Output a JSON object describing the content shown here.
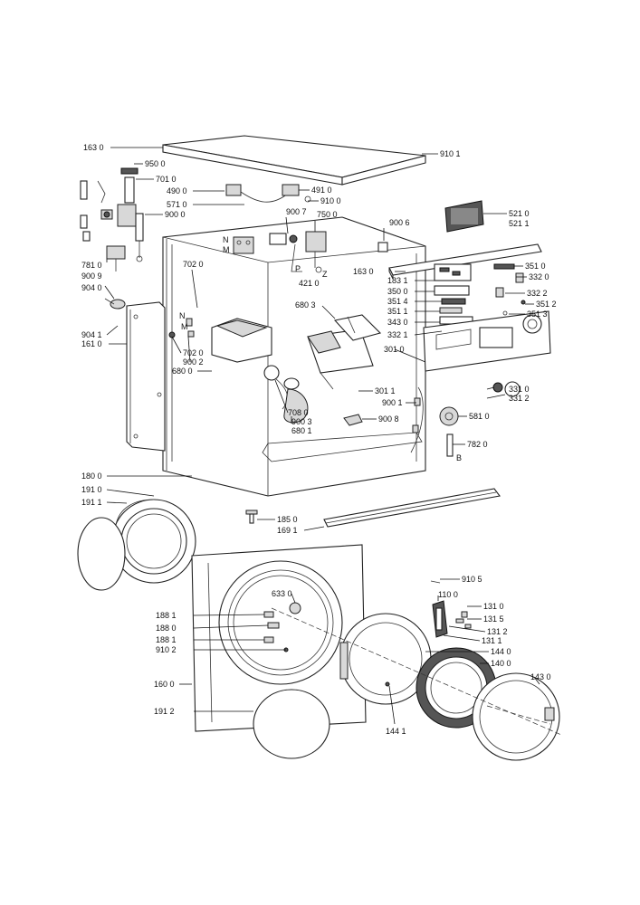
{
  "labels": [
    {
      "id": "163-0-top",
      "text": "163 0"
    },
    {
      "id": "910-1",
      "text": "910 1"
    },
    {
      "id": "950-0",
      "text": "950 0"
    },
    {
      "id": "701-0",
      "text": "701 0"
    },
    {
      "id": "490-0",
      "text": "490 0"
    },
    {
      "id": "491-0",
      "text": "491 0"
    },
    {
      "id": "571-0",
      "text": "571 0"
    },
    {
      "id": "910-0",
      "text": "910 0"
    },
    {
      "id": "900-0",
      "text": "900 0"
    },
    {
      "id": "900-7",
      "text": "900 7"
    },
    {
      "id": "750-0",
      "text": "750 0"
    },
    {
      "id": "900-6",
      "text": "900 6"
    },
    {
      "id": "521-0",
      "text": "521 0"
    },
    {
      "id": "521-1",
      "text": "521 1"
    },
    {
      "id": "781-0",
      "text": "781 0"
    },
    {
      "id": "900-9",
      "text": "900 9"
    },
    {
      "id": "904-0",
      "text": "904 0"
    },
    {
      "id": "702-0-a",
      "text": "702 0"
    },
    {
      "id": "421-0",
      "text": "421 0"
    },
    {
      "id": "163-0-mid",
      "text": "163 0"
    },
    {
      "id": "351-0",
      "text": "351 0"
    },
    {
      "id": "183-1",
      "text": "183 1"
    },
    {
      "id": "332-0",
      "text": "332 0"
    },
    {
      "id": "350-0",
      "text": "350 0"
    },
    {
      "id": "332-2",
      "text": "332 2"
    },
    {
      "id": "351-4",
      "text": "351 4"
    },
    {
      "id": "351-2",
      "text": "351 2"
    },
    {
      "id": "680-3",
      "text": "680 3"
    },
    {
      "id": "351-1",
      "text": "351 1"
    },
    {
      "id": "351-3",
      "text": "351 3"
    },
    {
      "id": "343-0",
      "text": "343 0"
    },
    {
      "id": "904-1",
      "text": "904 1"
    },
    {
      "id": "332-1",
      "text": "332 1"
    },
    {
      "id": "161-0",
      "text": "161 0"
    },
    {
      "id": "702-0-b",
      "text": "702 0"
    },
    {
      "id": "900-2",
      "text": "900 2"
    },
    {
      "id": "301-0",
      "text": "301 0"
    },
    {
      "id": "680-0",
      "text": "680 0"
    },
    {
      "id": "331-0",
      "text": "331 0"
    },
    {
      "id": "301-1",
      "text": "301 1"
    },
    {
      "id": "331-2",
      "text": "331 2"
    },
    {
      "id": "900-1",
      "text": "900 1"
    },
    {
      "id": "708-0",
      "text": "708 0"
    },
    {
      "id": "581-0",
      "text": "581 0"
    },
    {
      "id": "900-8",
      "text": "900 8"
    },
    {
      "id": "900-3",
      "text": "900 3"
    },
    {
      "id": "680-1",
      "text": "680 1"
    },
    {
      "id": "782-0",
      "text": "782 0"
    },
    {
      "id": "180-0",
      "text": "180 0"
    },
    {
      "id": "191-0",
      "text": "191 0"
    },
    {
      "id": "191-1",
      "text": "191 1"
    },
    {
      "id": "185-0",
      "text": "185 0"
    },
    {
      "id": "169-1",
      "text": "169 1"
    },
    {
      "id": "910-5",
      "text": "910 5"
    },
    {
      "id": "633-0",
      "text": "633 0"
    },
    {
      "id": "110-0",
      "text": "110 0"
    },
    {
      "id": "131-0",
      "text": "131 0"
    },
    {
      "id": "188-1-a",
      "text": "188 1"
    },
    {
      "id": "131-5",
      "text": "131 5"
    },
    {
      "id": "188-0",
      "text": "188 0"
    },
    {
      "id": "131-2",
      "text": "131 2"
    },
    {
      "id": "188-1-b",
      "text": "188 1"
    },
    {
      "id": "131-1",
      "text": "131 1"
    },
    {
      "id": "910-2",
      "text": "910 2"
    },
    {
      "id": "144-0",
      "text": "144 0"
    },
    {
      "id": "140-0",
      "text": "140 0"
    },
    {
      "id": "160-0",
      "text": "160 0"
    },
    {
      "id": "143-0",
      "text": "143 0"
    },
    {
      "id": "191-2",
      "text": "191 2"
    },
    {
      "id": "144-1",
      "text": "144 1"
    }
  ],
  "part_letters": {
    "n_upper": "N",
    "m_upper": "M",
    "p": "P",
    "z": "Z",
    "n_left": "N",
    "m_left": "M",
    "b": "B"
  }
}
